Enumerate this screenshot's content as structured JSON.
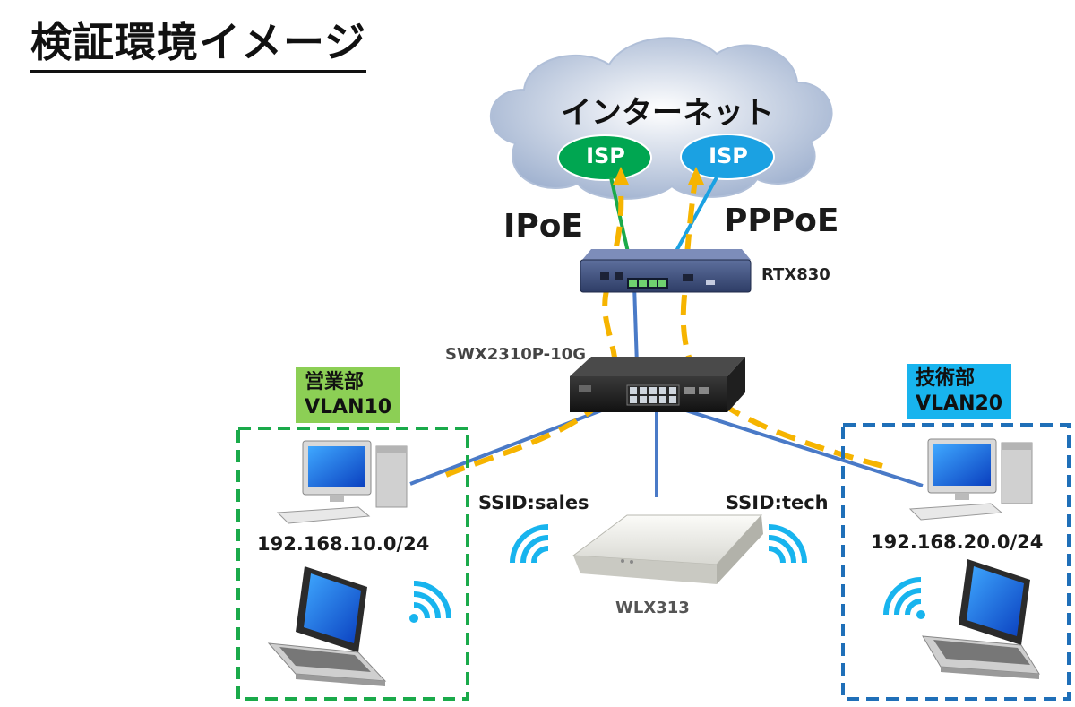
{
  "title": "検証環境イメージ",
  "internet_label": "インターネット",
  "isp": [
    {
      "label": "ISP",
      "color": "#00a651"
    },
    {
      "label": "ISP",
      "color": "#1ba1e2"
    }
  ],
  "links": {
    "ipoe": "IPoE",
    "pppoe": "PPPoE"
  },
  "devices": {
    "router": "RTX830",
    "switch": "SWX2310P-10G",
    "ap": "WLX313"
  },
  "ssids": {
    "sales": "SSID:sales",
    "tech": "SSID:tech"
  },
  "groups": [
    {
      "dept": "営業部",
      "vlan": "VLAN10",
      "subnet": "192.168.10.0/24",
      "color": "#8ccf55",
      "border": "#1aaa4a"
    },
    {
      "dept": "技術部",
      "vlan": "VLAN20",
      "subnet": "192.168.20.0/24",
      "color": "#18b4ee",
      "border": "#1f6fb8"
    }
  ],
  "colors": {
    "path": "#f6b400",
    "link": "#4a7ac7",
    "cloud": "#c8d3e6"
  }
}
